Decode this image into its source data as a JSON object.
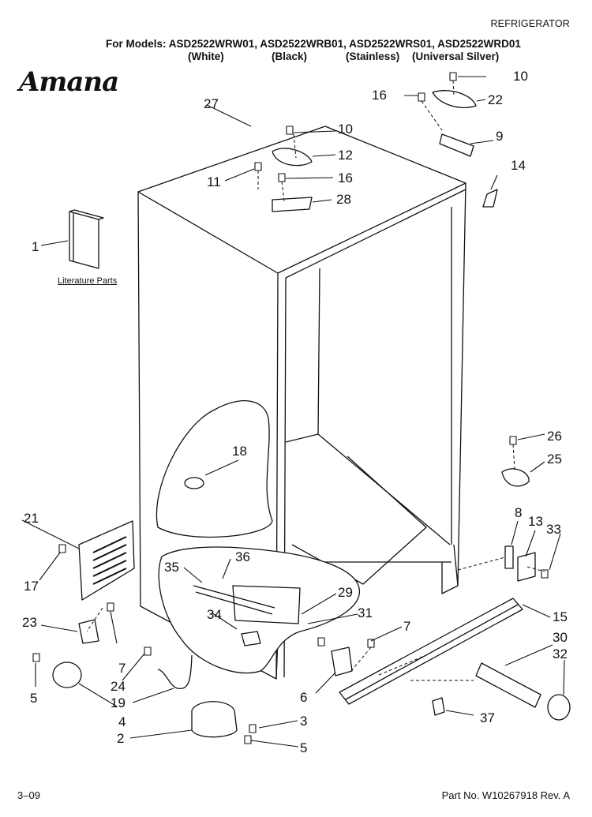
{
  "header": {
    "section": "REFRIGERATOR",
    "models": "For Models: ASD2522WRW01, ASD2522WRB01, ASD2522WRS01, ASD2522WRD01",
    "variants": [
      "(White)",
      "(Black)",
      "(Stainless)",
      "(Universal Silver)"
    ]
  },
  "brand": {
    "logo_text": "Amana"
  },
  "literature_label": "Literature Parts",
  "footer": {
    "page": "3–09",
    "part_number": "Part No. W10267918 Rev. A"
  },
  "callouts": [
    "1",
    "2",
    "3",
    "4",
    "5",
    "5",
    "6",
    "7",
    "7",
    "8",
    "9",
    "10",
    "10",
    "11",
    "12",
    "13",
    "14",
    "15",
    "16",
    "16",
    "17",
    "18",
    "19",
    "21",
    "22",
    "23",
    "24",
    "25",
    "26",
    "27",
    "28",
    "29",
    "30",
    "31",
    "32",
    "33",
    "34",
    "35",
    "36",
    "37"
  ],
  "colors": {
    "line": "#111111",
    "background": "#ffffff"
  }
}
